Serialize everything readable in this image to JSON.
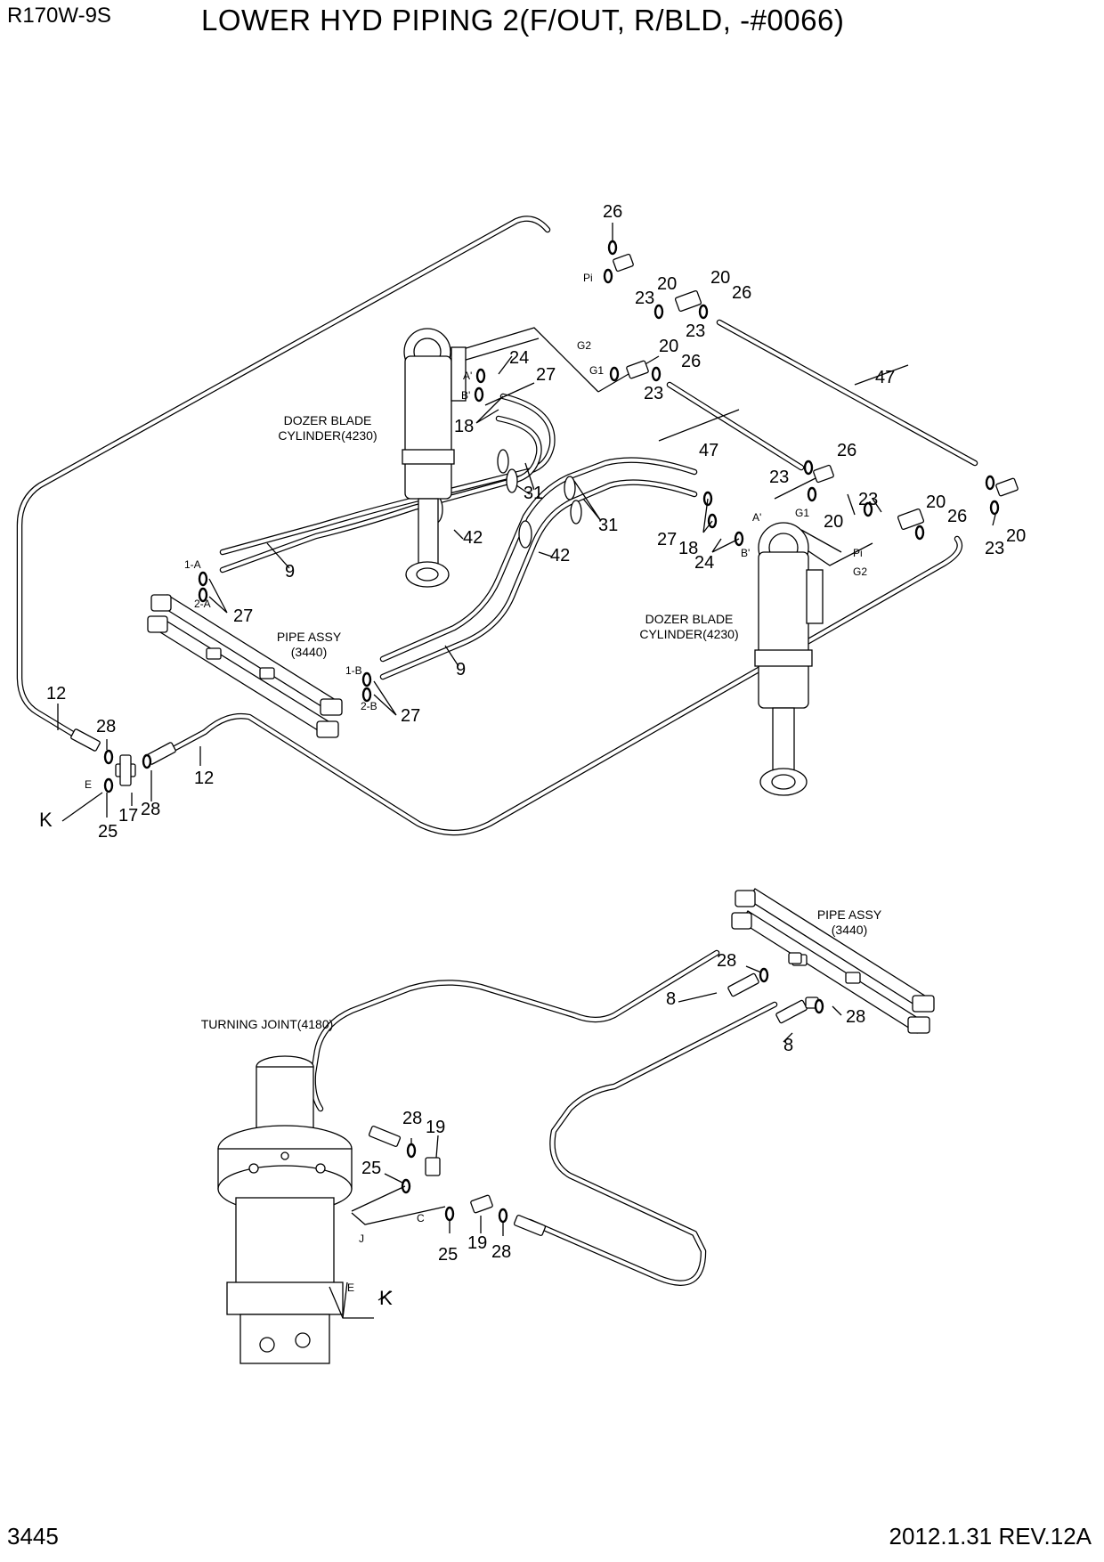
{
  "header": {
    "model": "R170W-9S",
    "title": "LOWER HYD PIPING 2(F/OUT, R/BLD, -#0066)"
  },
  "footer": {
    "page_number": "3445",
    "revision_date": "2012.1.31  REV.12A"
  },
  "components": {
    "dozer_cyl_left": {
      "line1": "DOZER BLADE",
      "line2": "CYLINDER(4230)"
    },
    "dozer_cyl_right": {
      "line1": "DOZER BLADE",
      "line2": "CYLINDER(4230)"
    },
    "pipe_assy_top": {
      "line1": "PIPE ASSY",
      "line2": "(3440)"
    },
    "pipe_assy_bottom": {
      "line1": "PIPE ASSY",
      "line2": "(3440)"
    },
    "turning_joint": {
      "line1": "TURNING JOINT(4180)"
    }
  },
  "callouts": [
    "26",
    "20",
    "23",
    "20",
    "26",
    "23",
    "24",
    "27",
    "20",
    "26",
    "23",
    "18",
    "47",
    "47",
    "26",
    "23",
    "20",
    "31",
    "42",
    "23",
    "20",
    "26",
    "27",
    "18",
    "24",
    "31",
    "42",
    "9",
    "27",
    "9",
    "27",
    "23",
    "20",
    "12",
    "28",
    "12",
    "17",
    "28",
    "25",
    "28",
    "8",
    "28",
    "8",
    "28",
    "19",
    "25",
    "25",
    "19",
    "28"
  ],
  "port_labels": [
    "Pi",
    "G2",
    "A'",
    "B'",
    "G1",
    "A'",
    "B'",
    "G1",
    "Pi",
    "G2",
    "1-A",
    "2-A",
    "1-B",
    "2-B",
    "E",
    "C",
    "J",
    "E"
  ],
  "view_markers": [
    "K",
    "K"
  ]
}
